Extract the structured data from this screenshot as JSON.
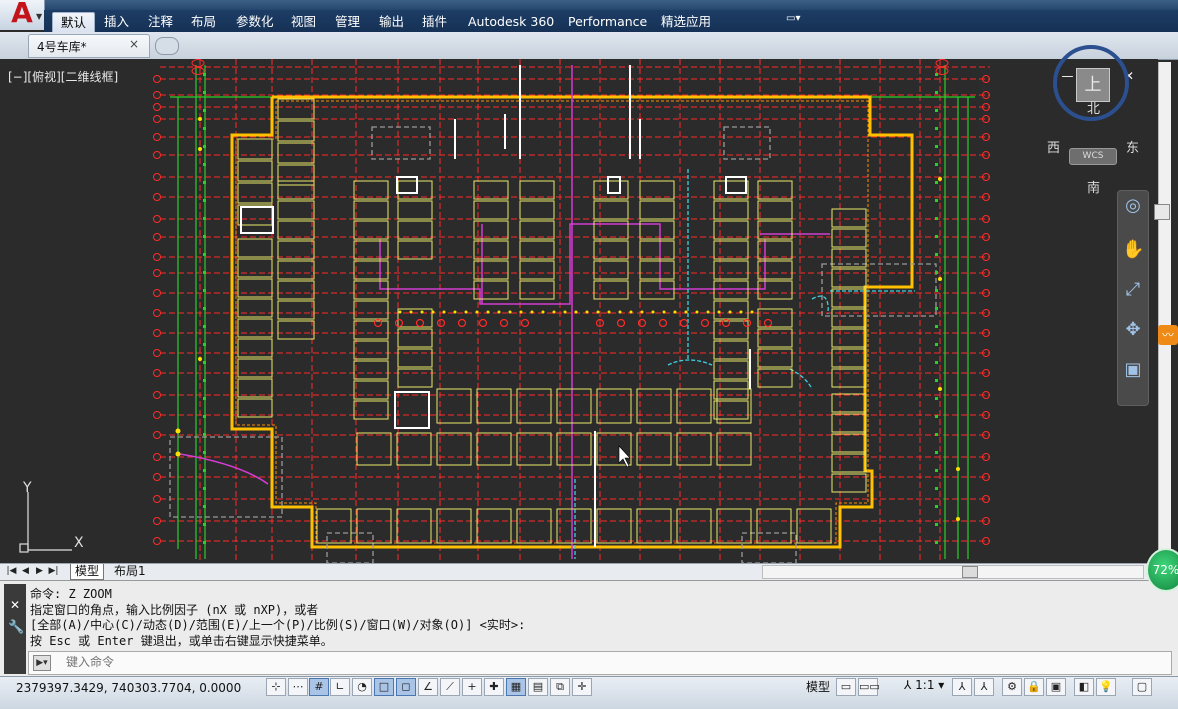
{
  "app": {
    "logo_letter": "A"
  },
  "ribbon": {
    "tabs": [
      {
        "label": "默认",
        "active": true
      },
      {
        "label": "插入"
      },
      {
        "label": "注释"
      },
      {
        "label": "布局"
      },
      {
        "label": "参数化"
      },
      {
        "label": "视图"
      },
      {
        "label": "管理"
      },
      {
        "label": "输出"
      },
      {
        "label": "插件"
      },
      {
        "label": "Autodesk 360"
      },
      {
        "label": "Performance"
      },
      {
        "label": "精选应用"
      }
    ]
  },
  "document": {
    "tab_label": "4号车库*",
    "close_glyph": "×"
  },
  "viewport": {
    "label": "[−][俯视][二维线框]",
    "window_controls": "— ❐ ✕"
  },
  "viewcube": {
    "top": "上",
    "north": "北",
    "south": "南",
    "east": "东",
    "west": "西",
    "wcs": "WCS"
  },
  "ucs": {
    "x": "X",
    "y": "Y"
  },
  "layout_tabs": {
    "model": "模型",
    "layout1": "布局1"
  },
  "command": {
    "history": [
      "命令: Z ZOOM",
      "指定窗口的角点，输入比例因子 (nX 或 nXP)，或者",
      "[全部(A)/中心(C)/动态(D)/范围(E)/上一个(P)/比例(S)/窗口(W)/对象(O)] <实时>:",
      "按 Esc 或 Enter 键退出，或单击右键显示快捷菜单。"
    ],
    "input_placeholder": "键入命令"
  },
  "status": {
    "coordinates": "2379397.3429, 740303.7704, 0.0000",
    "model_label": "模型",
    "annotation_scale": "1:1"
  },
  "zoom_badge": "72%",
  "colors": {
    "grid_red": "#ff2a2a",
    "outline_yellow": "#ffd200",
    "parking_yellow": "#e8e86a",
    "green": "#28d028",
    "magenta": "#d23cd2",
    "cyan": "#3cd0e0"
  }
}
